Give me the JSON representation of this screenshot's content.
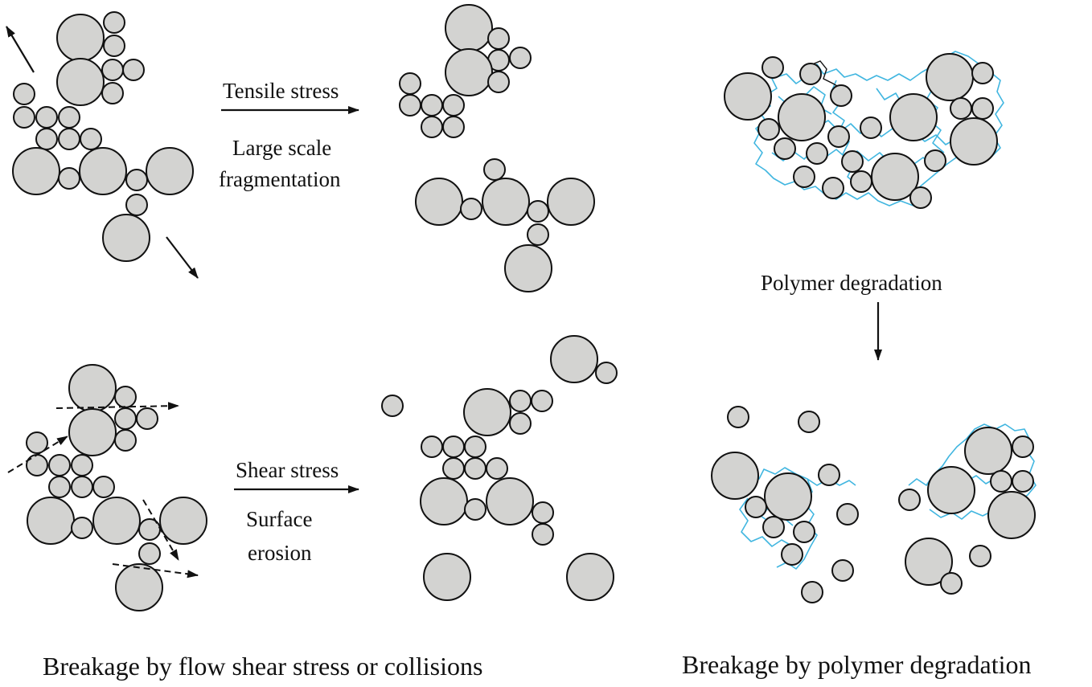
{
  "labels": {
    "tensile_stress": "Tensile stress",
    "large_scale_1": "Large scale",
    "large_scale_2": "fragmentation",
    "shear_stress": "Shear stress",
    "surface_1": "Surface",
    "surface_2": "erosion",
    "polymer_degradation": "Polymer degradation"
  },
  "captions": {
    "left": "Breakage by flow shear stress or collisions",
    "right": "Breakage by polymer degradation"
  },
  "colors": {
    "particle_fill": "#d3d3d1",
    "particle_stroke": "#111111",
    "polymer_chain": "#41b6e0"
  }
}
